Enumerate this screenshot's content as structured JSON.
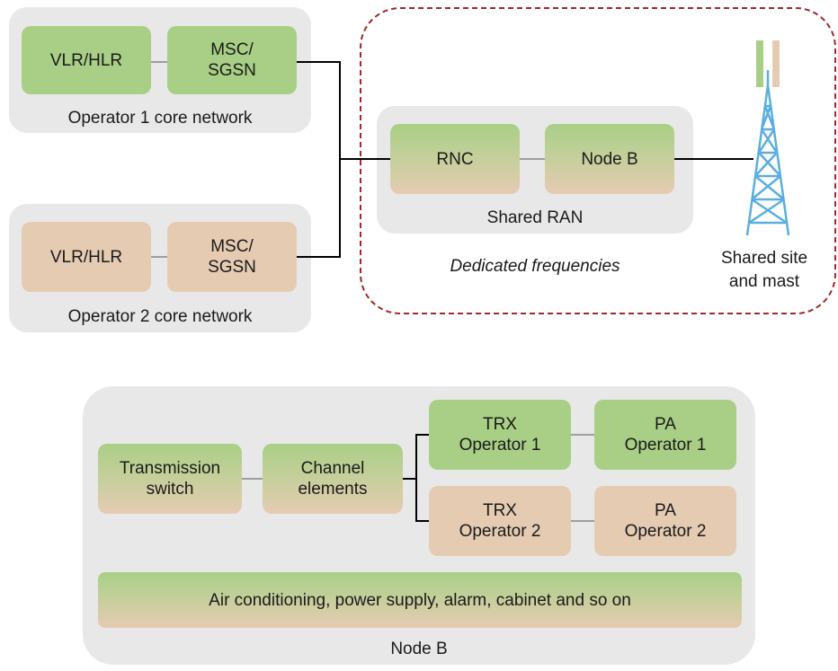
{
  "top": {
    "op1": {
      "vlr": "VLR/HLR",
      "msc": "MSC/\nSGSN",
      "caption": "Operator 1 core network"
    },
    "op2": {
      "vlr": "VLR/HLR",
      "msc": "MSC/\nSGSN",
      "caption": "Operator 2 core network"
    },
    "ran": {
      "rnc": "RNC",
      "nodeb": "Node B",
      "caption": "Shared RAN"
    },
    "dedicated": "Dedicated frequencies",
    "site": "Shared site\nand mast"
  },
  "bottom": {
    "transmission": "Transmission\nswitch",
    "channel": "Channel\nelements",
    "trx1": "TRX\nOperator 1",
    "pa1": "PA\nOperator 1",
    "trx2": "TRX\nOperator 2",
    "pa2": "PA\nOperator 2",
    "aircon": "Air conditioning, power supply, alarm, cabinet and so on",
    "caption": "Node B"
  },
  "colors": {
    "operator1": "#a9cf86",
    "operator2": "#e6cbb3",
    "panel": "#e8e8e8",
    "dashed_border": "#a0282e",
    "mast": "#5aaee0"
  }
}
